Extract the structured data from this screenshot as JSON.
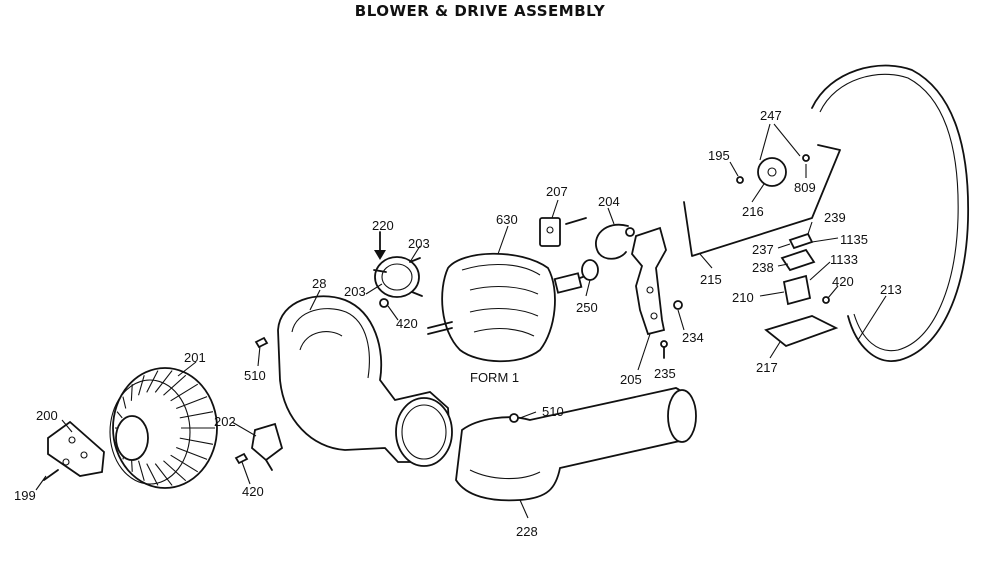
{
  "title": "BLOWER & DRIVE ASSEMBLY",
  "motor_label": "FORM 1",
  "callouts": {
    "p199": "199",
    "p200": "200",
    "p201": "201",
    "p202": "202",
    "p420a": "420",
    "p510a": "510",
    "p28": "28",
    "p220": "220",
    "p203a": "203",
    "p203b": "203",
    "p420b": "420",
    "p630": "630",
    "p207": "207",
    "p250": "250",
    "p204": "204",
    "p205": "205",
    "p235": "235",
    "p234": "234",
    "p510b": "510",
    "p228": "228",
    "p195": "195",
    "p247": "247",
    "p216": "216",
    "p809": "809",
    "p239": "239",
    "p1135": "1135",
    "p237": "237",
    "p238": "238",
    "p1133": "1133",
    "p215": "215",
    "p210": "210",
    "p420c": "420",
    "p217": "217",
    "p213": "213"
  }
}
